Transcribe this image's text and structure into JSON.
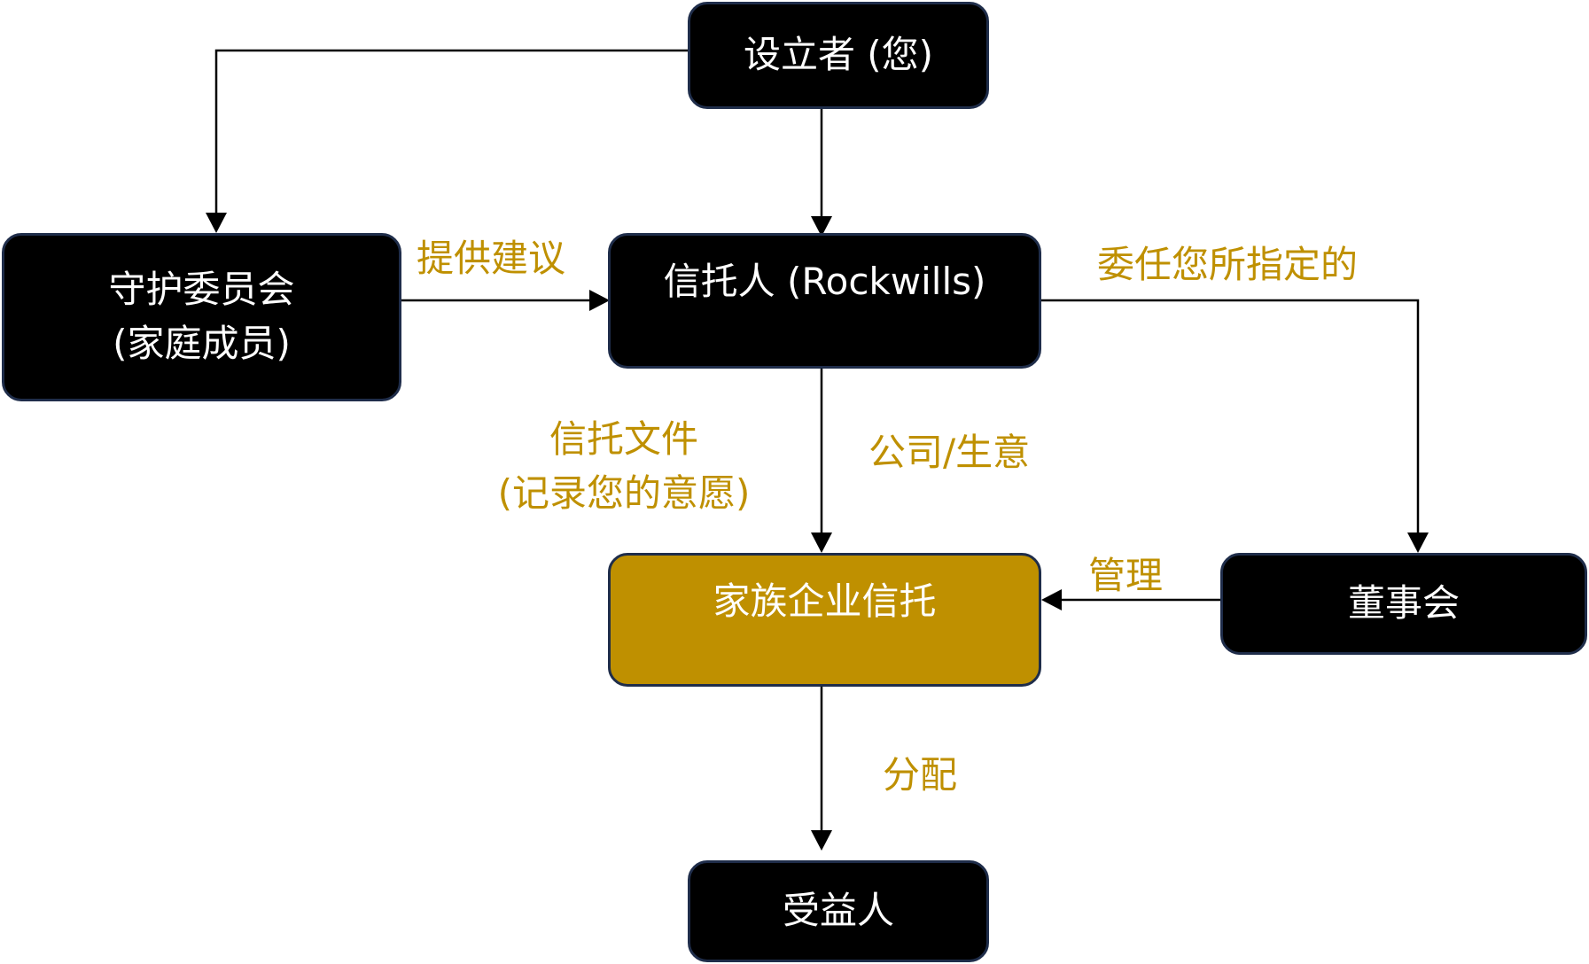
{
  "diagram": {
    "nodes": {
      "settlor": "设立者 (您)",
      "protector": "守护委员会\n(家庭成员)",
      "trustee": "信托人 (Rockwills)",
      "family_trust": "家族企业信托",
      "board": "董事会",
      "beneficiary": "受益人"
    },
    "edge_labels": {
      "advice": "提供建议",
      "appoint": "委任您所指定的",
      "trust_deed": "信托文件\n(记录您的意愿)",
      "company": "公司/生意",
      "manage": "管理",
      "distribute": "分配"
    },
    "colors": {
      "node_fill": "#000000",
      "node_border": "#1f2d4a",
      "node_text": "#ffffff",
      "highlight_fill": "#bf9000",
      "label_text": "#bf9000",
      "line": "#000000"
    }
  }
}
